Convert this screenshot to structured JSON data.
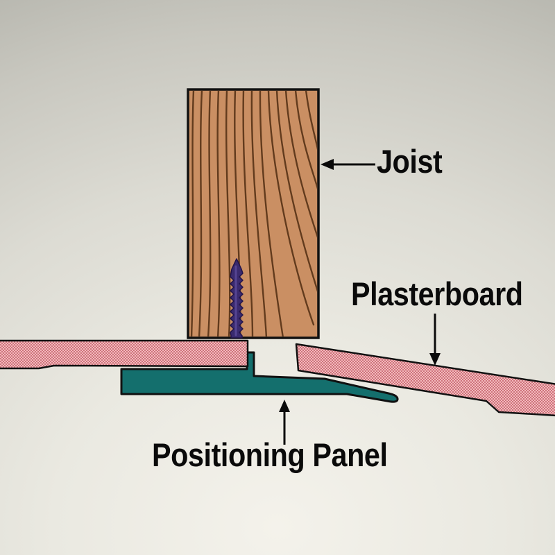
{
  "diagram": {
    "labels": {
      "joist": "Joist",
      "plasterboard": "Plasterboard",
      "positioning_panel": "Positioning Panel"
    },
    "colors": {
      "wood": "#ca8f63",
      "wood_grain": "#5a3418",
      "pink_light": "#f2b9bc",
      "pink_dark": "#ce737c",
      "panel_teal": "#146f6d",
      "screw_purple": "#3a2a6e",
      "screw_edge": "#231449",
      "screw_highlight": "#6b59b0",
      "outline": "#111111",
      "label_text": "#0a0a0a"
    }
  }
}
